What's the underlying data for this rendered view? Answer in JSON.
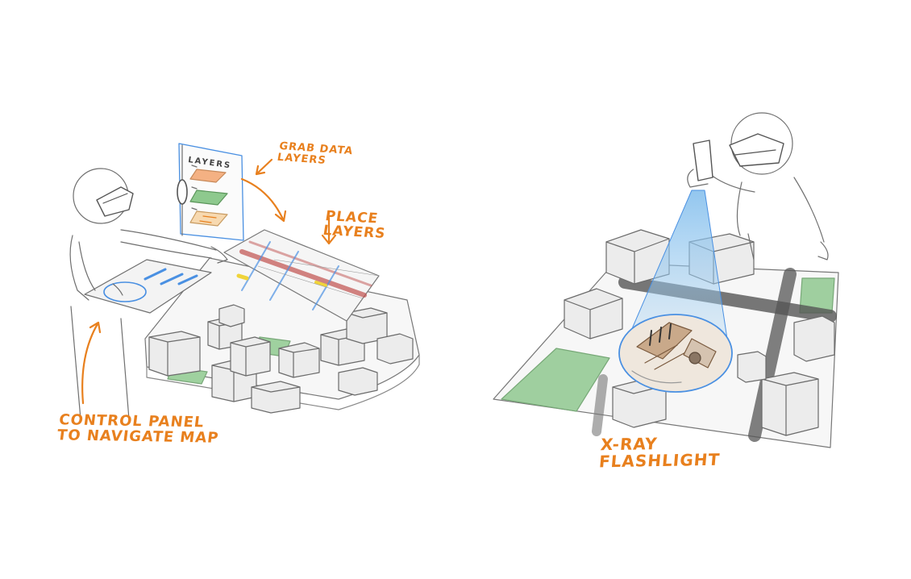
{
  "annotations": {
    "grab_layers": [
      "Grab data",
      "layers"
    ],
    "place_layers": [
      "Place",
      "layers"
    ],
    "control_panel": [
      "Control panel",
      "to navigate map"
    ],
    "xray_flashlight": [
      "X-ray",
      "flashlight"
    ]
  },
  "layers_panel": {
    "title": "LAYERS"
  },
  "colors": {
    "annotation": "#e8801e",
    "pencil": "#6f6f6f",
    "beam": "#8cc6ec",
    "highlight": "#4a90e2",
    "green_space": "#8ec98e",
    "road": "#5a5a5a",
    "red_stripe": "#c0504d",
    "yellow": "#f0d43a"
  },
  "icons": [
    "arrow-icon",
    "flashlight-icon",
    "headset-icon"
  ]
}
